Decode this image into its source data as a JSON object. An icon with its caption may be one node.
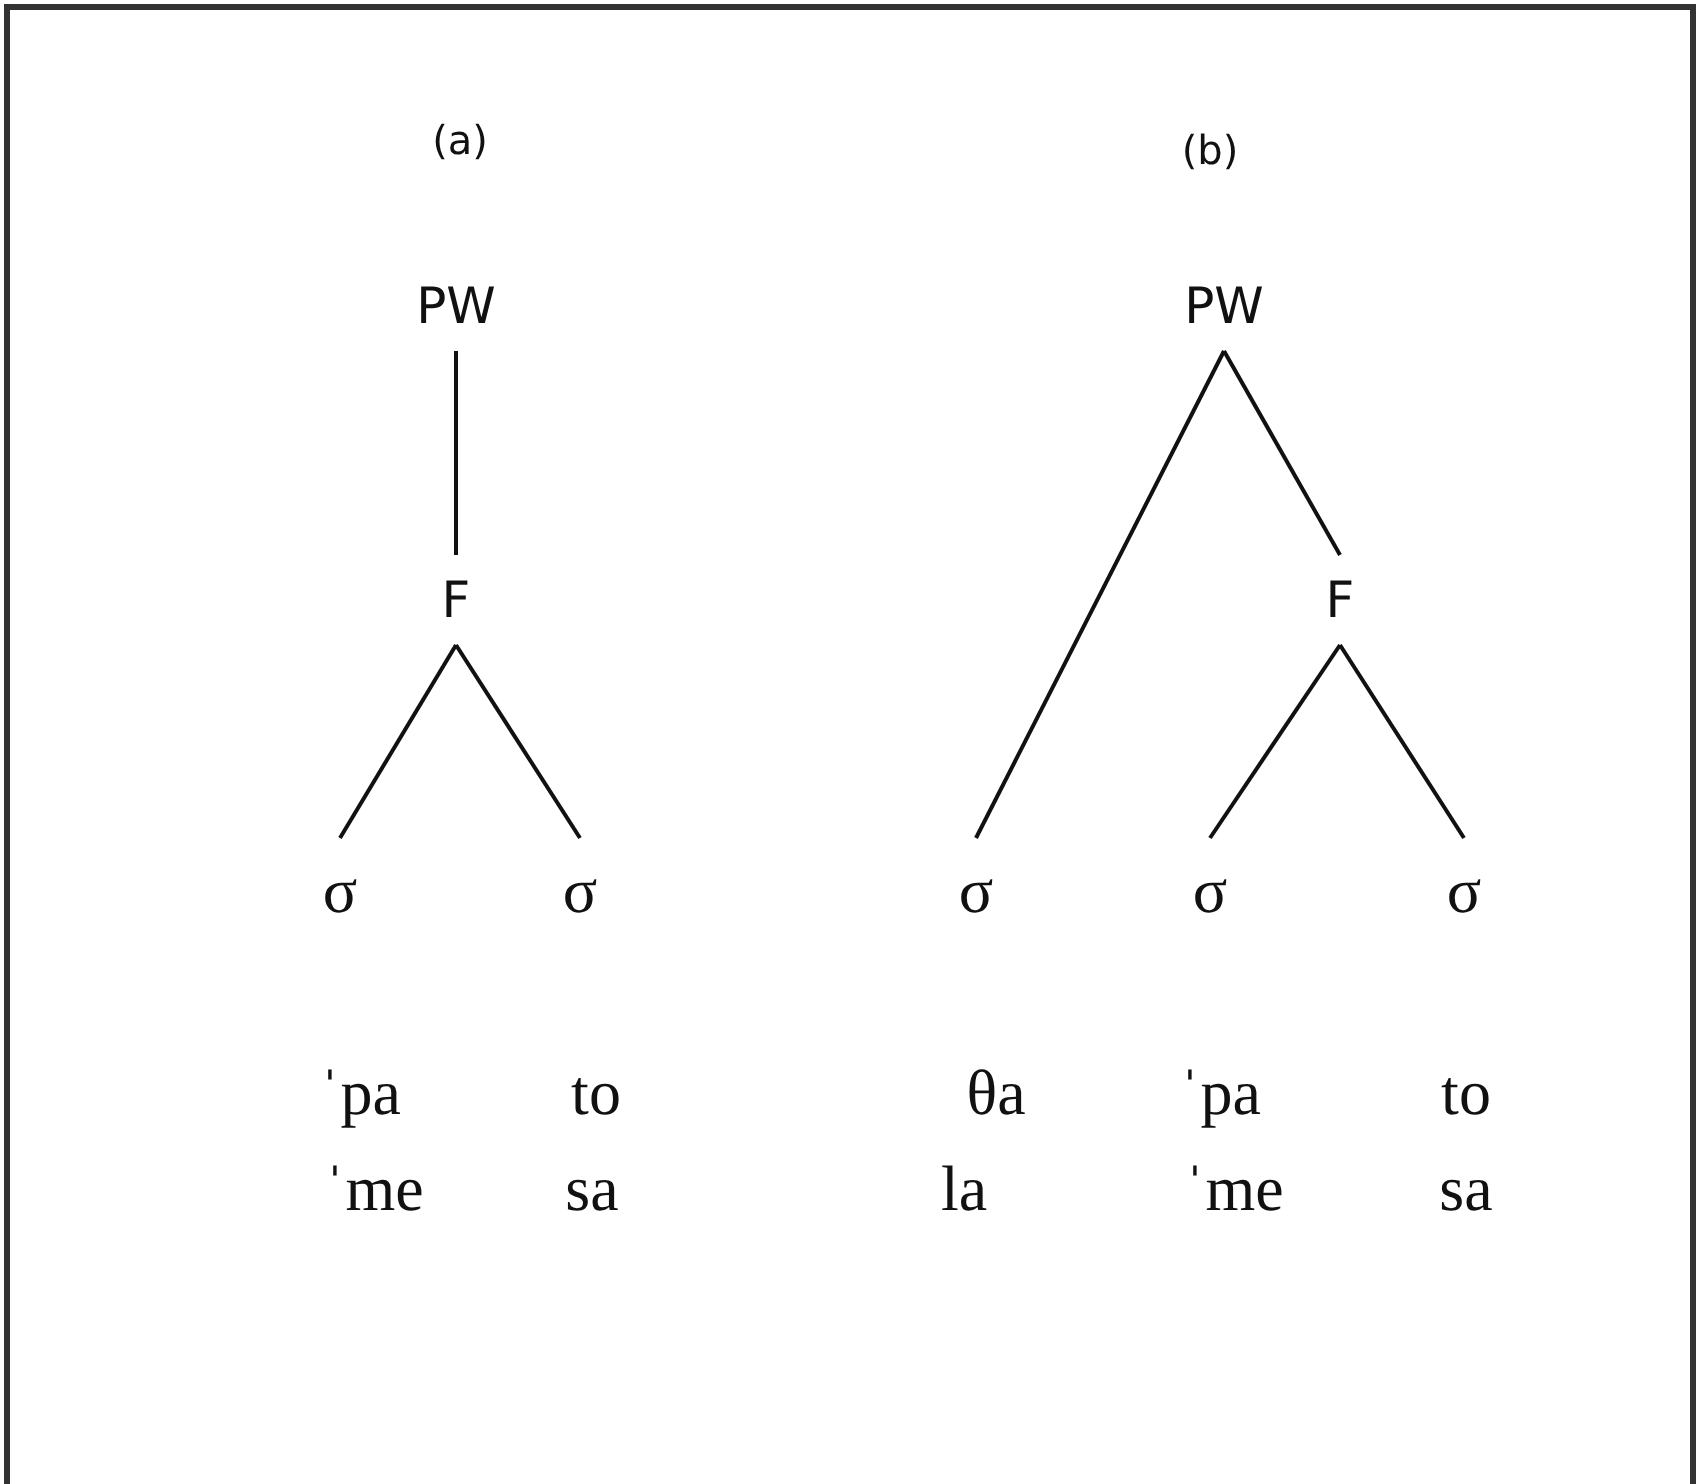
{
  "diagram": {
    "nodes": [
      {
        "text": [
          "PW"
        ]
      },
      {
        "text": [
          "F"
        ]
      },
      {
        "text": [
          "σ"
        ]
      },
      {
        "text": [
          "σ"
        ]
      },
      {
        "text": [
          "PW"
        ]
      },
      {
        "text": [
          "F"
        ]
      },
      {
        "text": [
          "σ"
        ]
      },
      {
        "text": [
          "σ"
        ]
      },
      {
        "text": [
          "σ"
        ]
      }
    ],
    "edges": [
      {
        "from": 0,
        "to": 1,
        "arrow": "none"
      },
      {
        "from": 1,
        "to": 2,
        "arrow": "none"
      },
      {
        "from": 1,
        "to": 3,
        "arrow": "none"
      },
      {
        "from": 4,
        "to": 6,
        "arrow": "none"
      },
      {
        "from": 4,
        "to": 5,
        "arrow": "none"
      },
      {
        "from": 5,
        "to": 7,
        "arrow": "none"
      },
      {
        "from": 5,
        "to": 8,
        "arrow": "none"
      }
    ],
    "labels": [
      "(a)",
      "(b)",
      "ˈpa",
      "to",
      "θa",
      "ˈpa",
      "to",
      "ˈme",
      "sa",
      "la",
      "ˈme",
      "sa"
    ]
  }
}
